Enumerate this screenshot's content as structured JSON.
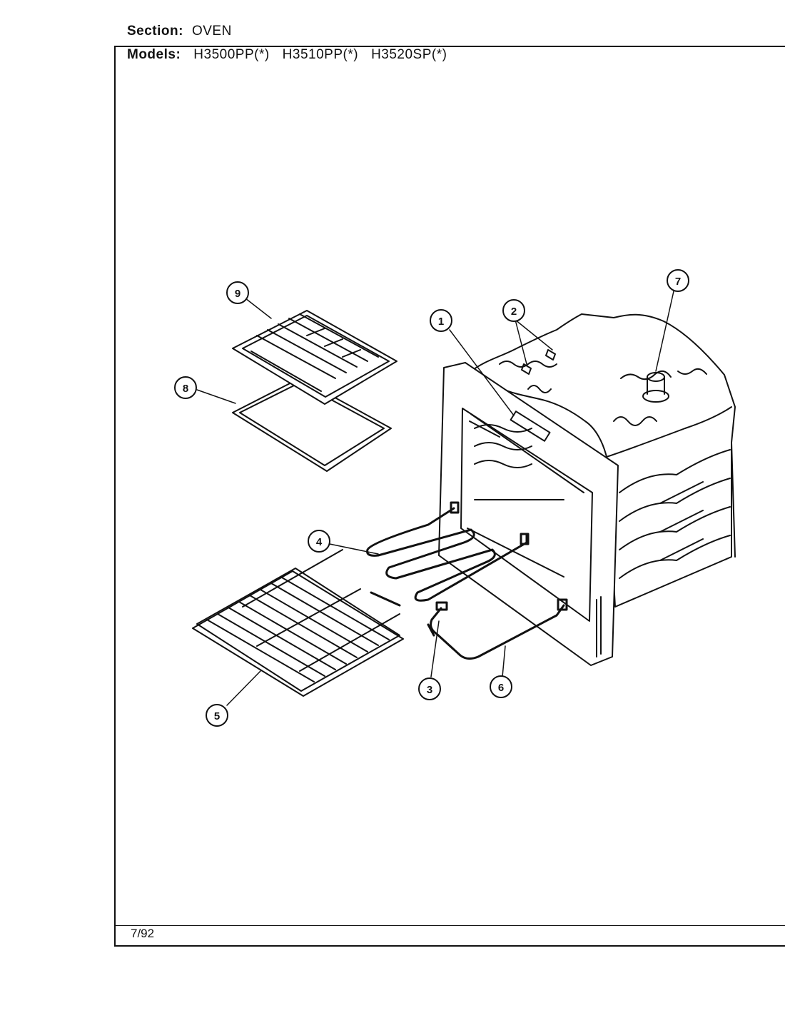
{
  "header": {
    "section_label": "Section:",
    "section_value": "OVEN",
    "models_label": "Models:",
    "models": [
      "H3500PP(*)",
      "H3510PP(*)",
      "H3520SP(*)"
    ]
  },
  "footer": {
    "date": "7/92"
  },
  "callouts": [
    {
      "number": "1",
      "part": "frame-liner"
    },
    {
      "number": "2",
      "part": "fasteners"
    },
    {
      "number": "3",
      "part": "bake-element-terminal"
    },
    {
      "number": "4",
      "part": "broil-element"
    },
    {
      "number": "5",
      "part": "oven-rack"
    },
    {
      "number": "6",
      "part": "bake-element"
    },
    {
      "number": "7",
      "part": "oven-vent"
    },
    {
      "number": "8",
      "part": "broiler-pan"
    },
    {
      "number": "9",
      "part": "broiler-pan-insert"
    }
  ]
}
